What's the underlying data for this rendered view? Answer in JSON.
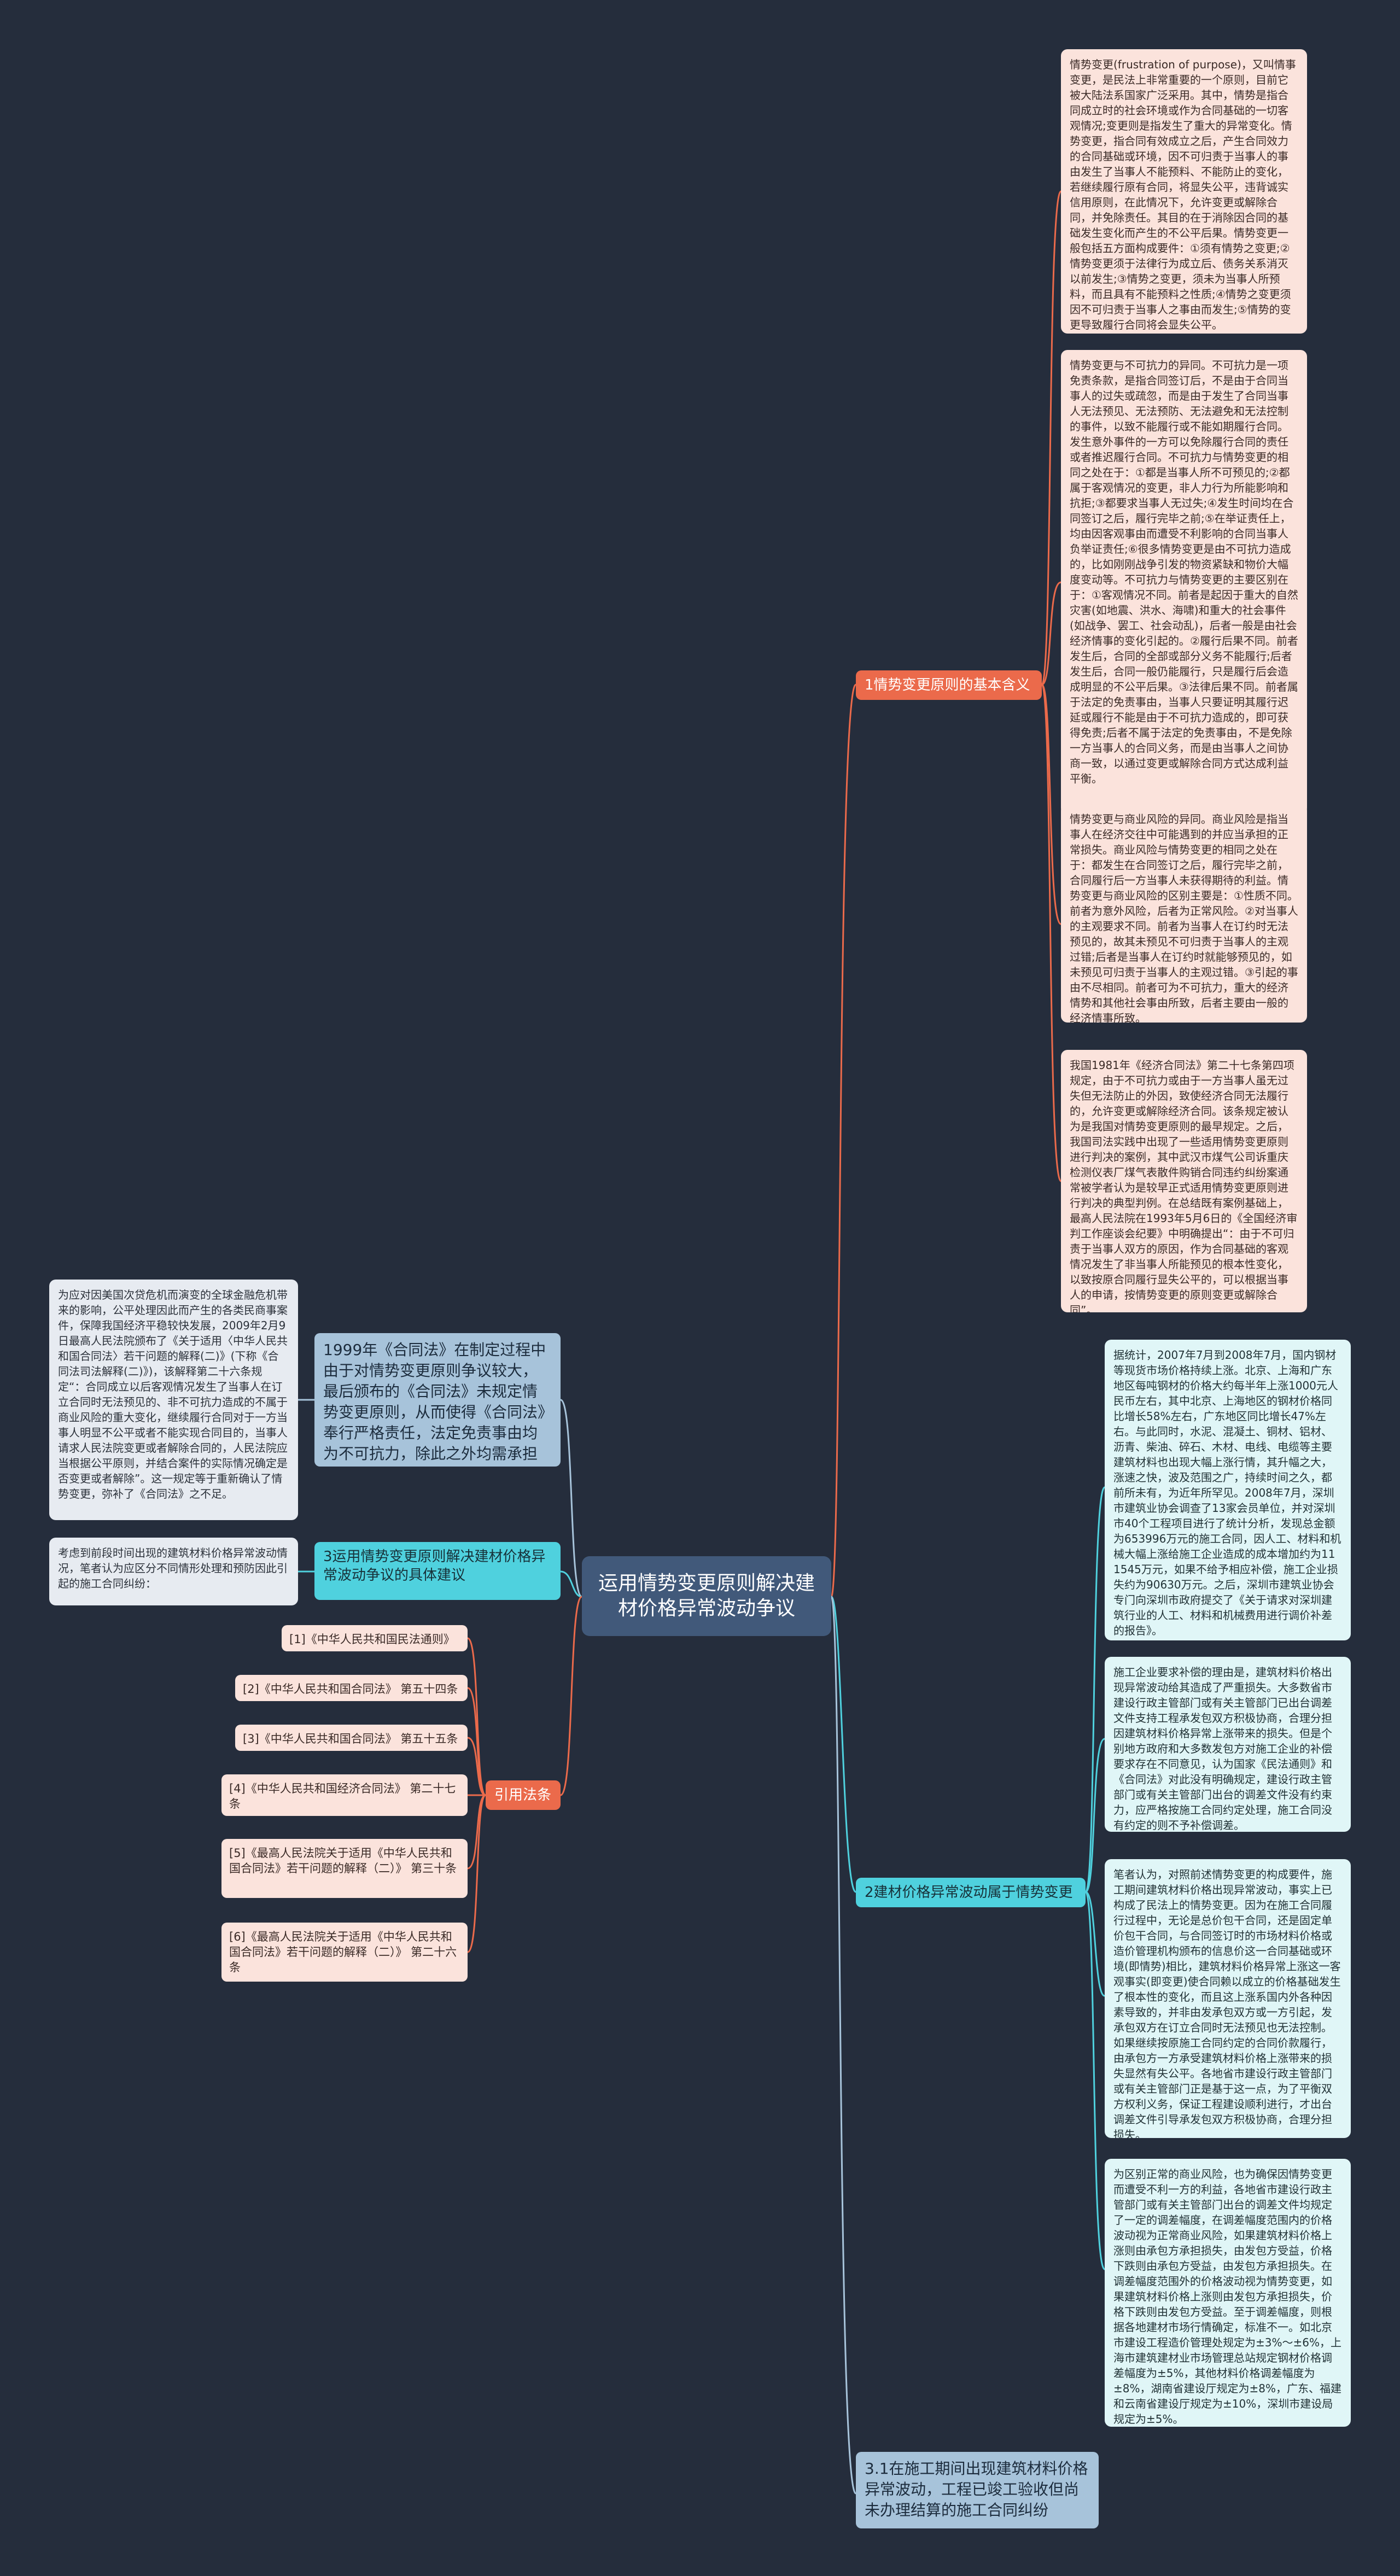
{
  "center": {
    "title": "运用情势变更原则解决建材价格异常波动争议"
  },
  "branches": {
    "b1": {
      "label": "1情势变更原则的基本含义"
    },
    "b2": {
      "label": "2建材价格异常波动属于情势变更"
    },
    "b3": {
      "label": "3运用情势变更原则解决建材价格异常波动争议的具体建议"
    },
    "refs": {
      "label": "引用法条"
    },
    "b31": {
      "label": "3.1在施工期间出现建筑材料价格异常波动，工程已竣工验收但尚未办理结算的施工合同纠纷"
    },
    "hist": {
      "label": "1999年《合同法》在制定过程中由于对情势变更原则争议较大，最后颁布的《合同法》未规定情势变更原则，从而使得《合同法》奉行严格责任，法定免责事由均为不可抗力，除此之外均需承担违约责任。"
    }
  },
  "leaves": {
    "b1": [
      "情势变更(frustration of purpose)，又叫情事变更，是民法上非常重要的一个原则，目前它被大陆法系国家广泛采用。其中，情势是指合同成立时的社会环境或作为合同基础的一切客观情况;变更则是指发生了重大的异常变化。情势变更，指合同有效成立之后，产生合同效力的合同基础或环境，因不可归责于当事人的事由发生了当事人不能预料、不能防止的变化，若继续履行原有合同，将显失公平，违背诚实信用原则，在此情况下，允许变更或解除合同，并免除责任。其目的在于消除因合同的基础发生变化而产生的不公平后果。情势变更一般包括五方面构成要件：①须有情势之变更;②情势变更须于法律行为成立后、债务关系消灭以前发生;③情势之变更，须未为当事人所预料，而且具有不能预料之性质;④情势之变更须因不可归责于当事人之事由而发生;⑤情势的变更导致履行合同将会显失公平。",
      "情势变更与不可抗力的异同。不可抗力是一项免责条款，是指合同签订后，不是由于合同当事人的过失或疏忽，而是由于发生了合同当事人无法预见、无法预防、无法避免和无法控制的事件，以致不能履行或不能如期履行合同。发生意外事件的一方可以免除履行合同的责任或者推迟履行合同。不可抗力与情势变更的相同之处在于：①都是当事人所不可预见的;②都属于客观情况的变更，非人力行为所能影响和抗拒;③都要求当事人无过失;④发生时间均在合同签订之后，履行完毕之前;⑤在举证责任上，均由因客观事由而遭受不利影响的合同当事人负举证责任;⑥很多情势变更是由不可抗力造成的，比如刚刚战争引发的物资紧缺和物价大幅度变动等。不可抗力与情势变更的主要区别在于：①客观情况不同。前者是起因于重大的自然灾害(如地震、洪水、海啸)和重大的社会事件(如战争、罢工、社会动乱)，后者一般是由社会经济情事的变化引起的。②履行后果不同。前者发生后，合同的全部或部分义务不能履行;后者发生后，合同一般仍能履行，只是履行后会造成明显的不公平后果。③法律后果不同。前者属于法定的免责事由，当事人只要证明其履行迟延或履行不能是由于不可抗力造成的，即可获得免责;后者不属于法定的免责事由，不是免除一方当事人的合同义务，而是由当事人之间协商一致，以通过变更或解除合同方式达成利益平衡。",
      "情势变更与商业风险的异同。商业风险是指当事人在经济交往中可能遇到的并应当承担的正常损失。商业风险与情势变更的相同之处在于：都发生在合同签订之后，履行完毕之前，合同履行后一方当事人未获得期待的利益。情势变更与商业风险的区别主要是：①性质不同。前者为意外风险，后者为正常风险。②对当事人的主观要求不同。前者为当事人在订约时无法预见的，故其未预见不可归责于当事人的主观过错;后者是当事人在订约时就能够预见的，如未预见可归责于当事人的主观过错。③引起的事由不尽相同。前者可为不可抗力，重大的经济情势和其他社会事由所致，后者主要由一般的经济情事所致。",
      "我国1981年《经济合同法》第二十七条第四项规定，由于不可抗力或由于一方当事人虽无过失但无法防止的外因，致使经济合同无法履行的，允许变更或解除经济合同。该条规定被认为是我国对情势变更原则的最早规定。之后，我国司法实践中出现了一些适用情势变更原则进行判决的案例，其中武汉市煤气公司诉重庆检测仪表厂煤气表散件购销合同违约纠纷案通常被学者认为是较早正式适用情势变更原则进行判决的典型判例。在总结既有案例基础上，最高人民法院在1993年5月6日的《全国经济审判工作座谈会纪要》中明确提出“：由于不可归责于当事人双方的原因，作为合同基础的客观情况发生了非当事人所能预见的根本性变化，以致按原合同履行显失公平的，可以根据当事人的申请，按情势变更的原则变更或解除合同”。"
    ],
    "b2": [
      "据统计，2007年7月到2008年7月，国内钢材等现货市场价格持续上涨。北京、上海和广东地区每吨钢材的价格大约每半年上涨1000元人民币左右，其中北京、上海地区的钢材价格同比增长58%左右，广东地区同比增长47%左右。与此同时，水泥、混凝土、铜材、铝材、沥青、柴油、碎石、木材、电线、电缆等主要建筑材料也出现大幅上涨行情，其升幅之大，涨速之快，波及范围之广，持续时间之久，都前所未有，为近年所罕见。2008年7月，深圳市建筑业协会调查了13家会员单位，并对深圳市40个工程项目进行了统计分析，发现总金额为653996万元的施工合同，因人工、材料和机械大幅上涨给施工企业造成的成本增加约为111545万元，如果不给予相应补偿，施工企业损失约为90630万元。之后，深圳市建筑业协会专门向深圳市政府提交了《关于请求对深圳建筑行业的人工、材料和机械费用进行调价补差的报告》。",
      "施工企业要求补偿的理由是，建筑材料价格出现异常波动给其造成了严重损失。大多数省市建设行政主管部门或有关主管部门已出台调差文件支持工程承发包双方积极协商，合理分担因建筑材料价格异常上涨带来的损失。但是个别地方政府和大多数发包方对施工企业的补偿要求存在不同意见，认为国家《民法通则》和《合同法》对此没有明确规定，建设行政主管部门或有关主管部门出台的调差文件没有约束力，应严格按施工合同约定处理，施工合同没有约定的则不予补偿调差。",
      "笔者认为，对照前述情势变更的构成要件，施工期间建筑材料价格出现异常波动，事实上已构成了民法上的情势变更。因为在施工合同履行过程中，无论是总价包干合同，还是固定单价包干合同，与合同签订时的市场材料价格或造价管理机构颁布的信息价这一合同基础或环境(即情势)相比，建筑材料价格异常上涨这一客观事实(即变更)使合同赖以成立的价格基础发生了根本性的变化，而且这上涨系国内外各种因素导致的，并非由发承包双方或一方引起，发承包双方在订立合同时无法预见也无法控制。如果继续按原施工合同约定的合同价款履行，由承包方一方承受建筑材料价格上涨带来的损失显然有失公平。各地省市建设行政主管部门或有关主管部门正是基于这一点，为了平衡双方权利义务，保证工程建设顺利进行，才出台调差文件引导承发包双方积极协商，合理分担损失。",
      "为区别正常的商业风险，也为确保因情势变更而遭受不利一方的利益，各地省市建设行政主管部门或有关主管部门出台的调差文件均规定了一定的调差幅度，在调差幅度范围内的价格波动视为正常商业风险，如果建筑材料价格上涨则由承包方承担损失，由发包方受益，价格下跌则由承包方受益，由发包方承担损失。在调差幅度范围外的价格波动视为情势变更，如果建筑材料价格上涨则由发包方承担损失，价格下跌则由发包方受益。至于调差幅度，则根据各地建材市场行情确定，标准不一。如北京市建设工程造价管理处规定为±3%～±6%，上海市建筑建材业市场管理总站规定钢材价格调差幅度为±5%，其他材料价格调差幅度为±8%，湖南省建设厅规定为±8%，广东、福建和云南省建设厅规定为±10%，深圳市建设局规定为±5%。"
    ],
    "hist_note": "为应对因美国次贷危机而演变的全球金融危机带来的影响，公平处理因此而产生的各类民商事案件，保障我国经济平稳较快发展，2009年2月9日最高人民法院颁布了《关于适用〈中华人民共和国合同法〉若干问题的解释(二)》(下称《合同法司法解释(二)》)，该解释第二十六条规定“：合同成立以后客观情况发生了当事人在订立合同时无法预见的、非不可抗力造成的不属于商业风险的重大变化，继续履行合同对于一方当事人明显不公平或者不能实现合同目的，当事人请求人民法院变更或者解除合同的，人民法院应当根据公平原则，并结合案件的实际情况确定是否变更或者解除”。这一规定等于重新确认了情势变更，弥补了《合同法》之不足。",
    "b3_note": "考虑到前段时间出现的建筑材料价格异常波动情况，笔者认为应区分不同情形处理和预防因此引起的施工合同纠纷："
  },
  "refs": [
    "[1]《中华人民共和国民法通则》",
    "[2]《中华人民共和国合同法》 第五十四条",
    "[3]《中华人民共和国合同法》 第五十五条",
    "[4]《中华人民共和国经济合同法》 第二十七条",
    "[5]《最高人民法院关于适用《中华人民共和国合同法》若干问题的解释（二）》 第三十条",
    "[6]《最高人民法院关于适用《中华人民共和国合同法》若干问题的解释（二）》 第二十六条"
  ],
  "colors": {
    "background": "#252d3c",
    "center": "#41597a",
    "orange": "#eb6a4b",
    "cyan": "#4fd1de",
    "blue": "#a7c3da",
    "pink": "#fbe3dc"
  }
}
